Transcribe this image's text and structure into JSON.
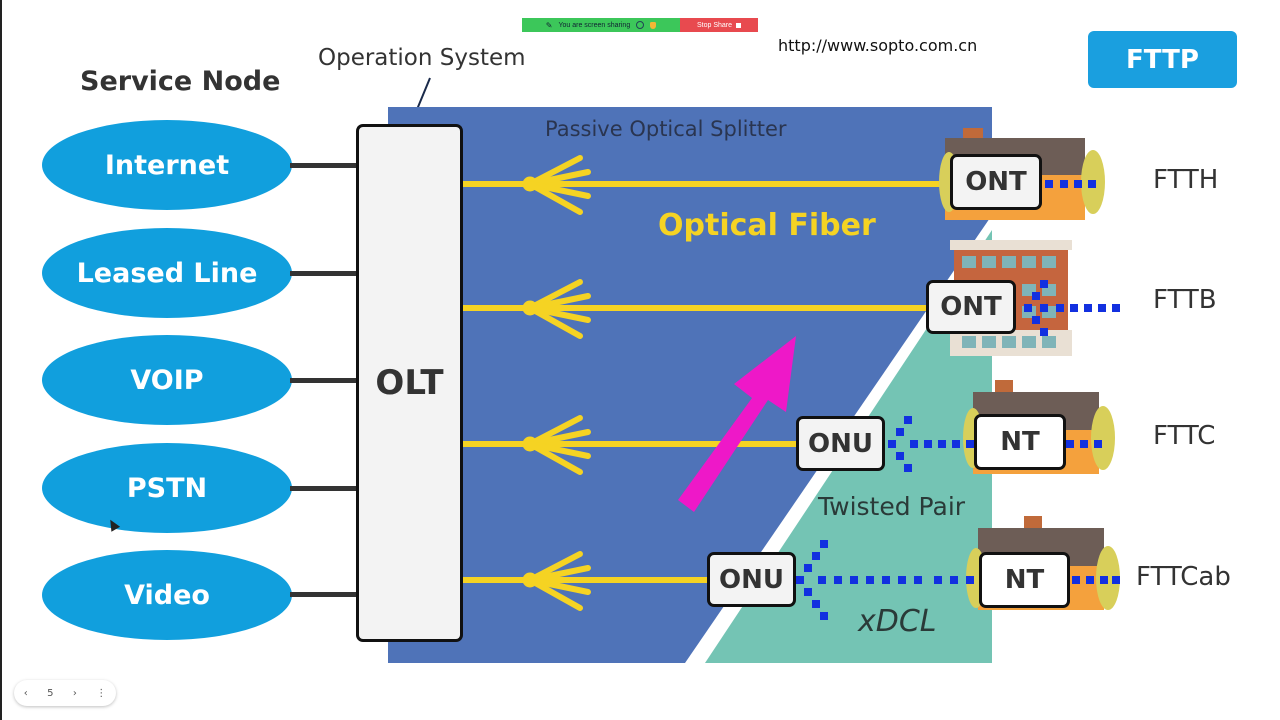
{
  "screen_share": {
    "status_text": "You are screen sharing",
    "stop_label": "Stop Share"
  },
  "header": {
    "url": "http://www.sopto.com.cn",
    "badge": "FTTP"
  },
  "diagram": {
    "service_node_title": "Service Node",
    "operation_system_label": "Operation System",
    "services": [
      "Internet",
      "Leased Line",
      "VOIP",
      "PSTN",
      "Video"
    ],
    "olt_label": "OLT",
    "splitter_label": "Passive Optical Splitter",
    "fiber_label": "Optical Fiber",
    "twisted_pair_label": "Twisted Pair",
    "xdcl_label": "xDCL",
    "branches": [
      {
        "device": "ONT",
        "premise_device": "",
        "type": "FTTH"
      },
      {
        "device": "ONT",
        "premise_device": "",
        "type": "FTTB"
      },
      {
        "device": "ONU",
        "premise_device": "NT",
        "type": "FTTC"
      },
      {
        "device": "ONU",
        "premise_device": "NT",
        "type": "FTTCab"
      }
    ],
    "colors": {
      "service_blue": "#119fdd",
      "panel_blue": "#4f73b8",
      "teal": "#74c4b4",
      "fiber_yellow": "#f5d323",
      "copper_dots": "#1230e0",
      "arrow_magenta": "#ee18c8"
    }
  },
  "pager": {
    "prev_icon": "‹",
    "page": "5",
    "next_icon": "›",
    "more_icon": "⋮"
  }
}
